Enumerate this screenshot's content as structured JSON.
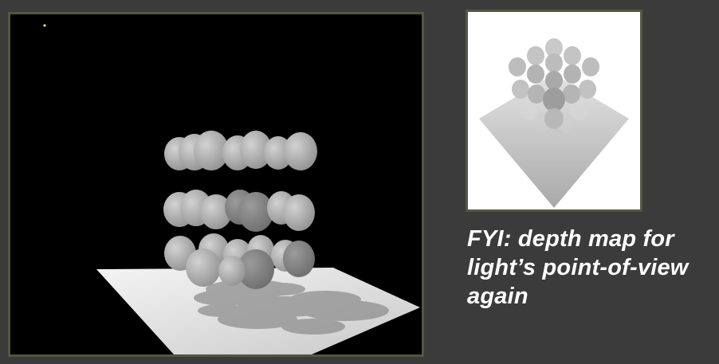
{
  "caption": {
    "line1": "FYI: depth map for",
    "line2": "light’s point-of-view",
    "line3": "again"
  },
  "colors": {
    "background": "#3b3b3b",
    "frame_border": "#55563f",
    "render_background": "#000000",
    "depth_background": "#ffffff",
    "caption_text": "#ffffff"
  }
}
